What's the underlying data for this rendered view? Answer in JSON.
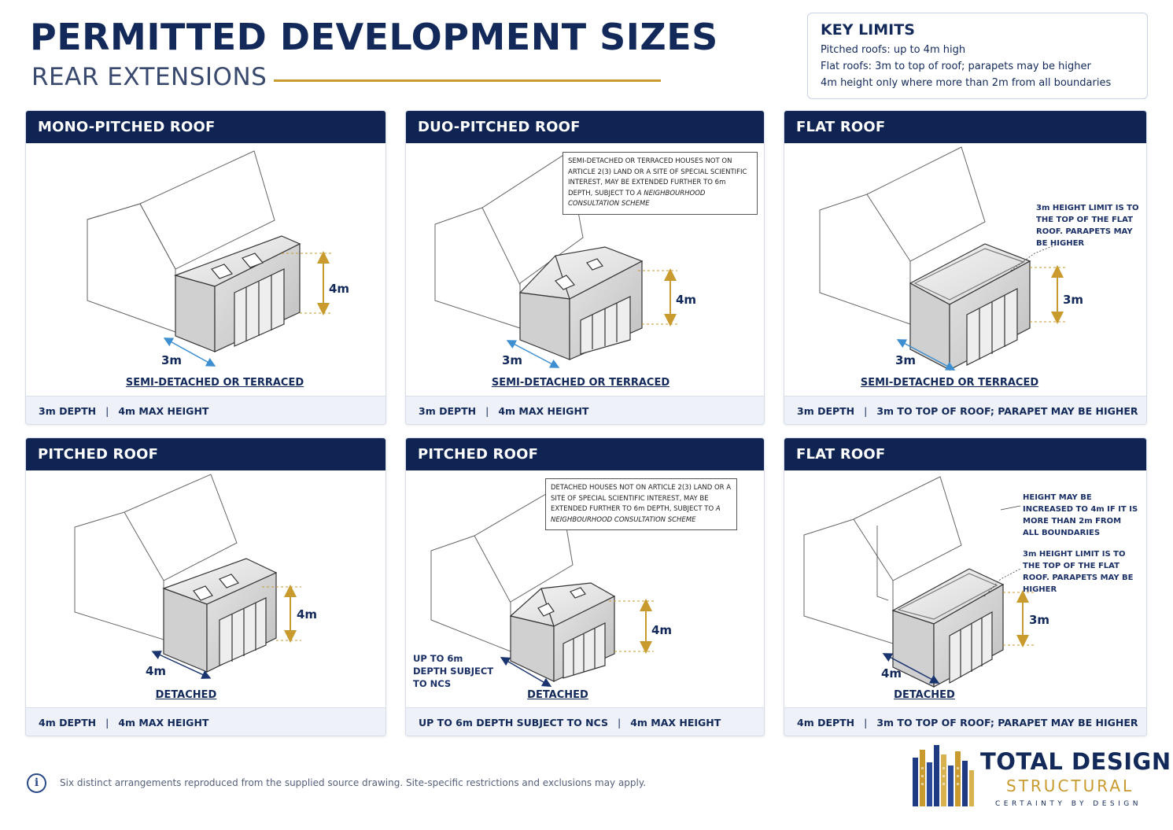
{
  "header": {
    "title": "PERMITTED DEVELOPMENT SIZES",
    "subtitle": "REAR EXTENSIONS"
  },
  "key_limits": {
    "title": "KEY LIMITS",
    "lines": [
      "Pitched roofs: up to 4m high",
      "Flat roofs: 3m to top of roof; parapets may be higher",
      "4m height only where more than 2m from all boundaries"
    ]
  },
  "panels": [
    {
      "title": "MONO-PITCHED ROOF",
      "tag": "SEMI-DETACHED OR TERRACED",
      "depth": "3m",
      "height": "4m",
      "foot_left": "3m DEPTH",
      "foot_right": "4m MAX HEIGHT"
    },
    {
      "title": "DUO-PITCHED ROOF",
      "tag": "SEMI-DETACHED OR TERRACED",
      "depth": "3m",
      "height": "4m",
      "foot_left": "3m DEPTH",
      "foot_right": "4m MAX HEIGHT",
      "note_prefix": "SEMI-DETACHED OR TERRACED HOUSES NOT ON ARTICLE 2(3) LAND OR A SITE OF SPECIAL SCIENTIFIC INTEREST, MAY BE EXTENDED FURTHER TO 6m DEPTH, SUBJECT TO ",
      "note_em": "A NEIGHBOURHOOD CONSULTATION SCHEME"
    },
    {
      "title": "FLAT ROOF",
      "tag": "SEMI-DETACHED OR TERRACED",
      "depth": "3m",
      "height": "3m",
      "foot_left": "3m DEPTH",
      "foot_right": "3m TO TOP OF ROOF; PARAPET MAY BE HIGHER",
      "callout": "3m HEIGHT LIMIT IS TO THE TOP OF THE FLAT ROOF. PARAPETS MAY BE HIGHER"
    },
    {
      "title": "PITCHED ROOF",
      "tag": "DETACHED",
      "depth": "4m",
      "height": "4m",
      "foot_left": "4m DEPTH",
      "foot_right": "4m MAX HEIGHT"
    },
    {
      "title": "PITCHED ROOF",
      "tag": "DETACHED",
      "depth_note": "UP TO 6m DEPTH SUBJECT TO NCS",
      "height": "4m",
      "foot_left": "UP TO 6m DEPTH SUBJECT TO NCS",
      "foot_right": "4m MAX HEIGHT",
      "note_prefix": "DETACHED HOUSES NOT ON ARTICLE 2(3) LAND OR A SITE OF SPECIAL SCIENTIFIC INTEREST, MAY BE EXTENDED FURTHER TO 6m DEPTH, SUBJECT TO ",
      "note_em": "A NEIGHBOURHOOD CONSULTATION SCHEME"
    },
    {
      "title": "FLAT ROOF",
      "tag": "DETACHED",
      "depth": "4m",
      "height": "3m",
      "foot_left": "4m DEPTH",
      "foot_right": "3m TO TOP OF ROOF; PARAPET MAY BE HIGHER",
      "callout_top": "HEIGHT MAY BE INCREASED TO 4m IF IT IS MORE THAN 2m FROM ALL BOUNDARIES",
      "callout": "3m HEIGHT LIMIT IS TO THE TOP OF THE FLAT ROOF. PARAPETS MAY BE HIGHER"
    }
  ],
  "footer": {
    "info_icon": "i",
    "info_text": "Six distinct arrangements reproduced from the supplied source drawing. Site-specific restrictions and exclusions may apply."
  },
  "logo": {
    "line1": "TOTAL DESIGN",
    "line2": "STRUCTURAL",
    "line3": "CERTAINTY BY DESIGN"
  },
  "colors": {
    "navy": "#0f2453",
    "gold": "#c99a2e",
    "blue_dim": "#3d8fd1"
  }
}
